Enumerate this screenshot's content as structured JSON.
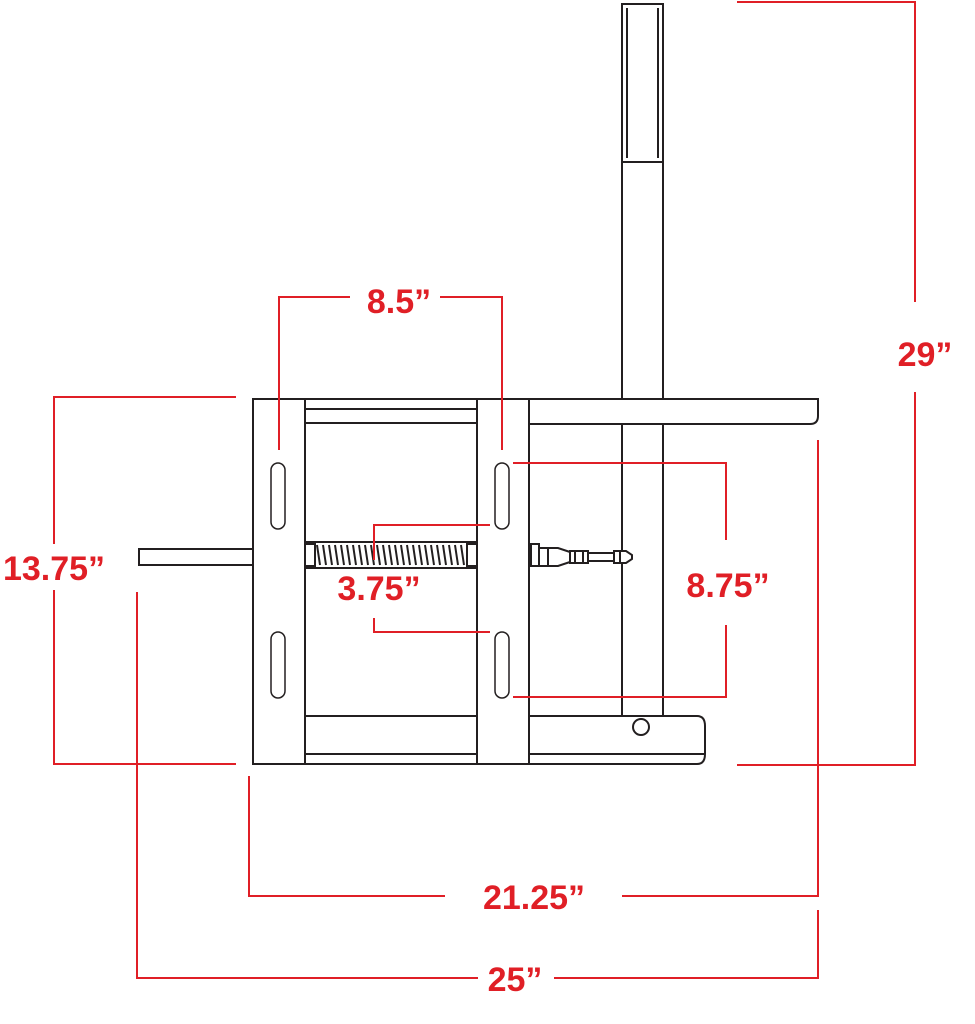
{
  "colors": {
    "dimension": "#e01f26",
    "outline": "#231f20",
    "background": "#ffffff"
  },
  "dimensions": {
    "overall_height": "29”",
    "frame_height": "13.75”",
    "top_span": "8.5”",
    "spring_spacing": "3.75”",
    "slot_spacing": "8.75”",
    "frame_width": "21.25”",
    "overall_width": "25”"
  }
}
